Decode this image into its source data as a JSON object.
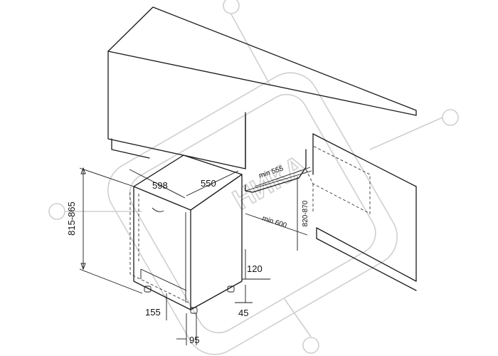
{
  "dimensions": {
    "width": "598",
    "depth": "550",
    "height_range": "815-865",
    "niche_depth_min": "min 555",
    "niche_height_range": "820-870",
    "niche_width_min": "min 600",
    "plinth_height": "120",
    "plinth_gap": "45",
    "foot_offset": "155",
    "foot_setback": "95"
  },
  "watermark": {
    "text": "НИКА",
    "color": "#cfcfcf"
  },
  "colors": {
    "line": "#1a1a1a",
    "background": "#ffffff"
  }
}
